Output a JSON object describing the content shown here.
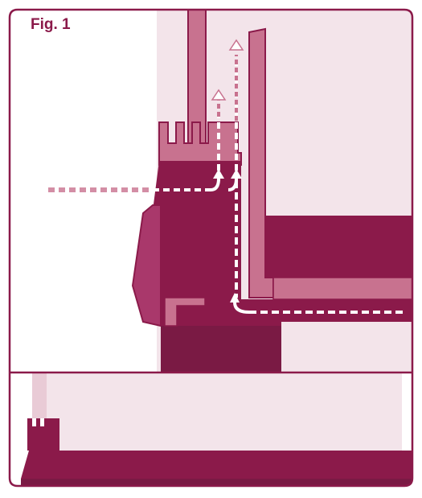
{
  "figure": {
    "label": "Fig. 1"
  },
  "colors": {
    "accent": "#8b1a4a",
    "dark": "#7a1a44",
    "medium": "#a9386b",
    "light": "#c8728f",
    "pale": "#f3e4ea",
    "arrow_fill": "#ffffff"
  },
  "illustration": {
    "panels": [
      "cross-section-view",
      "base-side-view"
    ],
    "arrows": [
      "inflow-left",
      "inflow-bottom-right",
      "outflow-up-left",
      "outflow-up-right"
    ]
  }
}
